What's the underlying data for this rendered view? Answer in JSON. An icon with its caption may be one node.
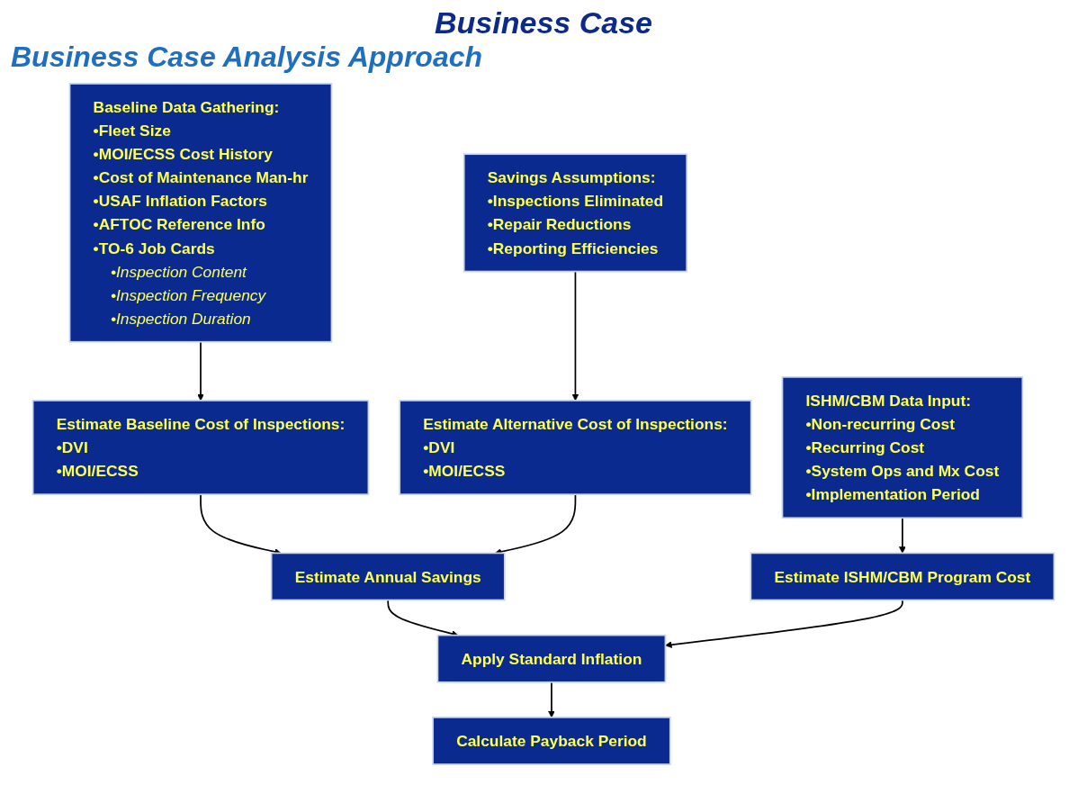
{
  "diagram": {
    "title": "Business Case",
    "nodes": [
      {
        "text": [
          "Baseline Data Gathering:",
          "•Fleet Size",
          "•MOI/ECSS Cost History",
          "•Cost of Maintenance Man-hr",
          "•USAF Inflation Factors",
          "•AFTOC Reference Info",
          "•TO-6 Job Cards",
          "•Inspection Content",
          "•Inspection Frequency",
          "•Inspection Duration"
        ]
      },
      {
        "text": [
          "Savings Assumptions:",
          "•Inspections Eliminated",
          "•Repair Reductions",
          "•Reporting Efficiencies"
        ]
      },
      {
        "text": [
          "ISHM/CBM Data Input:",
          "•Non-recurring Cost",
          "•Recurring Cost",
          "•System Ops and Mx Cost",
          "•Implementation Period"
        ]
      },
      {
        "text": [
          "Estimate Baseline Cost of Inspections:",
          "•DVI",
          "•MOI/ECSS"
        ]
      },
      {
        "text": [
          "Estimate Alternative Cost of Inspections:",
          "•DVI",
          "•MOI/ECSS"
        ]
      },
      {
        "text": [
          "Estimate ISHM/CBM Program Cost"
        ]
      },
      {
        "text": [
          "Estimate Annual Savings"
        ]
      },
      {
        "text": [
          "Apply Standard Inflation"
        ]
      },
      {
        "text": [
          "Calculate Payback Period"
        ]
      }
    ],
    "edges": [
      {
        "from": 0,
        "to": 3,
        "arrow": "to"
      },
      {
        "from": 1,
        "to": 4,
        "arrow": "to"
      },
      {
        "from": 2,
        "to": 5,
        "arrow": "to"
      },
      {
        "from": 3,
        "to": 6,
        "arrow": "to"
      },
      {
        "from": 4,
        "to": 6,
        "arrow": "to"
      },
      {
        "from": 6,
        "to": 7,
        "arrow": "to"
      },
      {
        "from": 5,
        "to": 7,
        "arrow": "to"
      },
      {
        "from": 7,
        "to": 8,
        "arrow": "to"
      }
    ],
    "labels": [
      "Business Case Analysis Approach"
    ]
  }
}
